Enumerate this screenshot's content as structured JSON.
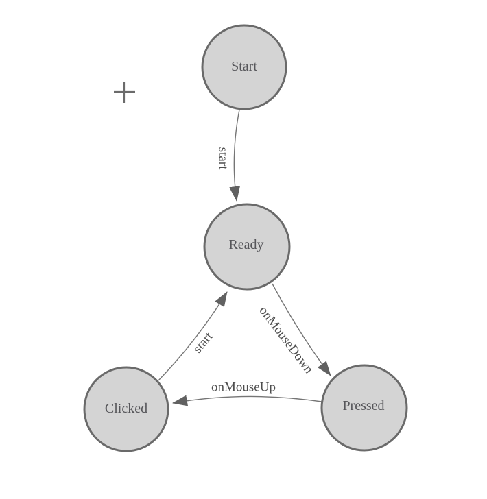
{
  "diagram": {
    "type": "state-machine",
    "colors": {
      "background": "#ffffff",
      "node_fill": "#d4d4d4",
      "node_border": "#6a6a6a",
      "node_text": "#56565a",
      "edge_line": "#757575",
      "edge_text": "#4e4e4e",
      "arrow_head": "#616161",
      "crosshair": "#6b6b6b"
    },
    "nodes": [
      {
        "id": "start",
        "label": "Start"
      },
      {
        "id": "ready",
        "label": "Ready"
      },
      {
        "id": "clicked",
        "label": "Clicked"
      },
      {
        "id": "pressed",
        "label": "Pressed"
      }
    ],
    "edges": [
      {
        "from": "start",
        "to": "ready",
        "label": "start"
      },
      {
        "from": "ready",
        "to": "pressed",
        "label": "onMouseDown"
      },
      {
        "from": "pressed",
        "to": "clicked",
        "label": "onMouseUp"
      },
      {
        "from": "clicked",
        "to": "ready",
        "label": "start"
      }
    ],
    "cursor": {
      "icon": "crosshair-plus"
    }
  }
}
